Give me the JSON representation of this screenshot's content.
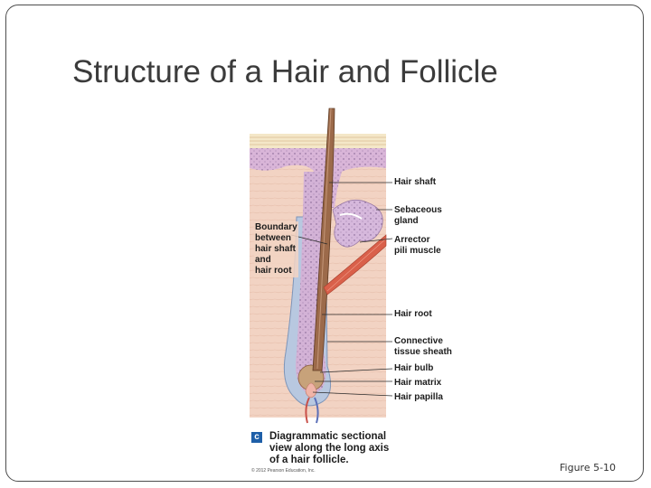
{
  "slide": {
    "title": "Structure of a Hair and Follicle",
    "figure_reference": "Figure 5-10"
  },
  "diagram": {
    "labels_right": {
      "hair_shaft": "Hair shaft",
      "sebaceous_gland": "Sebaceous\ngland",
      "arrector_pili": "Arrector\npili muscle",
      "hair_root": "Hair root",
      "connective_tissue_sheath": "Connective\ntissue sheath",
      "hair_bulb": "Hair bulb",
      "hair_matrix": "Hair matrix",
      "hair_papilla": "Hair papilla"
    },
    "labels_left": {
      "boundary": "Boundary\nbetween\nhair shaft\nand\nhair root"
    },
    "panel_letter": "c",
    "caption": "Diagrammatic sectional\nview along the long axis\nof a hair follicle.",
    "copyright": "© 2012 Pearson Education, Inc."
  },
  "colors": {
    "dermis": "#f2d3c3",
    "epidermis": "#d9b5d8",
    "hair": "#9c6a4a",
    "muscle": "#d9604a",
    "sheath": "#b8c8e0"
  }
}
